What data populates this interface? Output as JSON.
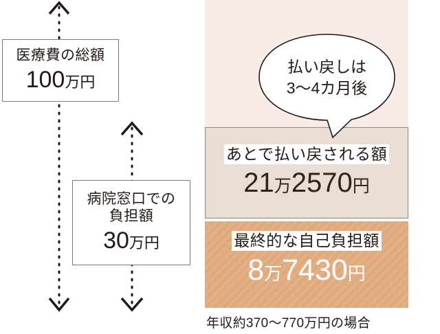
{
  "diagram": {
    "left_boxes": [
      {
        "name": "total-medical-cost",
        "label": "医療費の総額",
        "amount_number": "100",
        "amount_unit_man": "万",
        "amount_unit_yen": "円"
      },
      {
        "name": "hospital-counter-payment",
        "label_line1": "病院窓口での",
        "label_line2": "負担額",
        "amount_number": "30",
        "amount_unit_man": "万",
        "amount_unit_yen": "円"
      }
    ],
    "arrows": [
      {
        "name": "total-cost-span-arrow",
        "direction": "double-vertical",
        "style": "dotted"
      },
      {
        "name": "counter-payment-span-arrow",
        "direction": "double-vertical",
        "style": "dotted"
      }
    ],
    "bubble": {
      "line1": "払い戻しは",
      "line2": "3〜4カ月後"
    },
    "bands": [
      {
        "name": "upper-blank-band",
        "heading": "",
        "amount": "",
        "color": "#f7ece6"
      },
      {
        "name": "refunded-amount-band",
        "heading": "あとで払い戻される額",
        "amount_major": "21",
        "amount_unit_man": "万",
        "amount_minor": "2570",
        "amount_unit_yen": "円",
        "color": "#e9ded1"
      },
      {
        "name": "final-self-payment-band",
        "heading": "最終的な自己負担額",
        "amount_major": "8",
        "amount_unit_man": "万",
        "amount_minor": "7430",
        "amount_unit_yen": "円",
        "color": "#e3a877"
      }
    ],
    "caption": "年収約370〜770万円の場合"
  },
  "colors": {
    "band_top": "#f7ece6",
    "band_refund": "#e9ded1",
    "band_final": "#e3a877",
    "text": "#231815",
    "border": "#7d7a77"
  }
}
